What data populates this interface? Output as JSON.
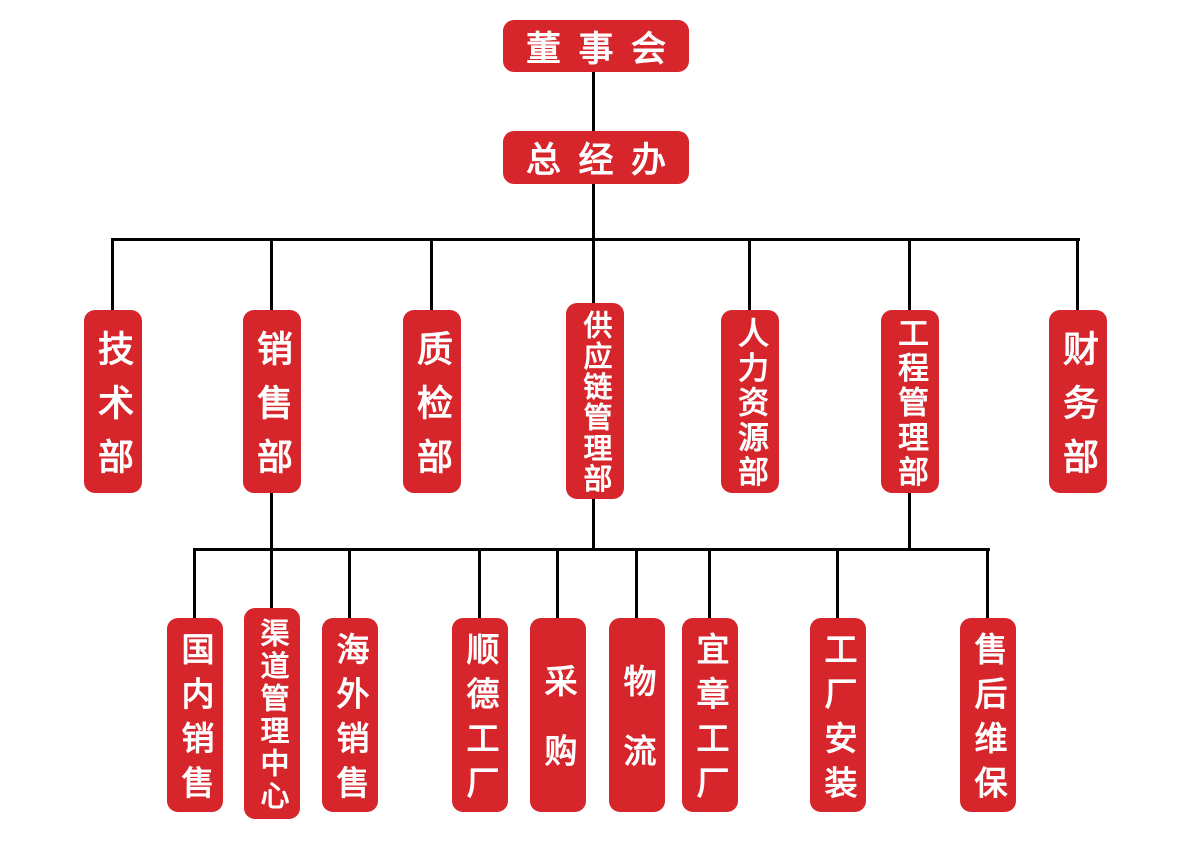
{
  "colors": {
    "node_background": "#d6252b",
    "node_text": "#ffffff",
    "connector": "#000000"
  },
  "org": {
    "root": {
      "label": "董事会"
    },
    "executive": {
      "label": "总经办"
    },
    "departments": [
      {
        "id": "tech",
        "label": "技术部"
      },
      {
        "id": "sales",
        "label": "销售部"
      },
      {
        "id": "qc",
        "label": "质检部"
      },
      {
        "id": "supply",
        "label": "供应链管理部"
      },
      {
        "id": "hr",
        "label": "人力资源部"
      },
      {
        "id": "eng",
        "label": "工程管理部"
      },
      {
        "id": "finance",
        "label": "财务部"
      }
    ],
    "sub_units": [
      {
        "id": "domestic-sales",
        "label": "国内销售",
        "parent": "销售部"
      },
      {
        "id": "channel-mgmt",
        "label": "渠道管理中心",
        "parent": "销售部"
      },
      {
        "id": "overseas-sales",
        "label": "海外销售",
        "parent": "销售部"
      },
      {
        "id": "shunde-factory",
        "label": "顺德工厂",
        "parent": "供应链管理部"
      },
      {
        "id": "procurement",
        "label": "采购",
        "parent": "供应链管理部"
      },
      {
        "id": "logistics",
        "label": "物流",
        "parent": "供应链管理部"
      },
      {
        "id": "yizhang-factory",
        "label": "宜章工厂",
        "parent": "供应链管理部"
      },
      {
        "id": "factory-install",
        "label": "工厂安装",
        "parent": "工程管理部"
      },
      {
        "id": "aftersales",
        "label": "售后维保",
        "parent": "工程管理部"
      }
    ]
  }
}
